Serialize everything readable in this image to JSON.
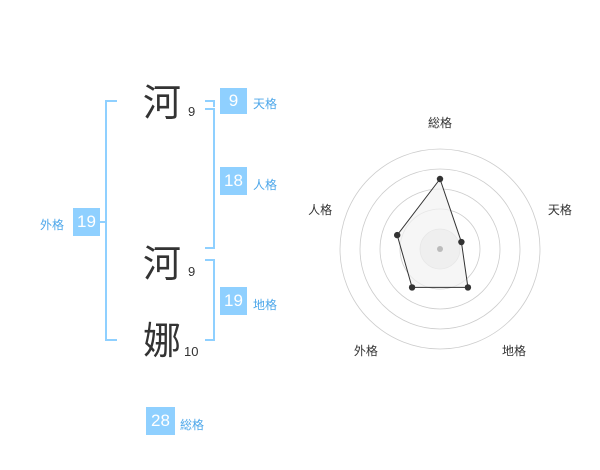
{
  "name": {
    "chars": [
      {
        "char": "河",
        "strokes": "9"
      },
      {
        "char": "河",
        "strokes": "9"
      },
      {
        "char": "娜",
        "strokes": "10"
      }
    ]
  },
  "scores": {
    "tenkaku": {
      "value": "9",
      "label": "天格"
    },
    "jinkaku": {
      "value": "18",
      "label": "人格"
    },
    "chikaku": {
      "value": "19",
      "label": "地格"
    },
    "gaikaku": {
      "value": "19",
      "label": "外格"
    },
    "soukaku": {
      "value": "28",
      "label": "総格"
    }
  },
  "chart_data": {
    "type": "radar",
    "axes": [
      "総格",
      "天格",
      "地格",
      "外格",
      "人格"
    ],
    "values": [
      28,
      9,
      19,
      19,
      18
    ],
    "colors": {
      "fill": "#f2f2f2",
      "stroke": "#333333",
      "grid": "#cccccc",
      "bracket": "#8fd0ff"
    }
  }
}
